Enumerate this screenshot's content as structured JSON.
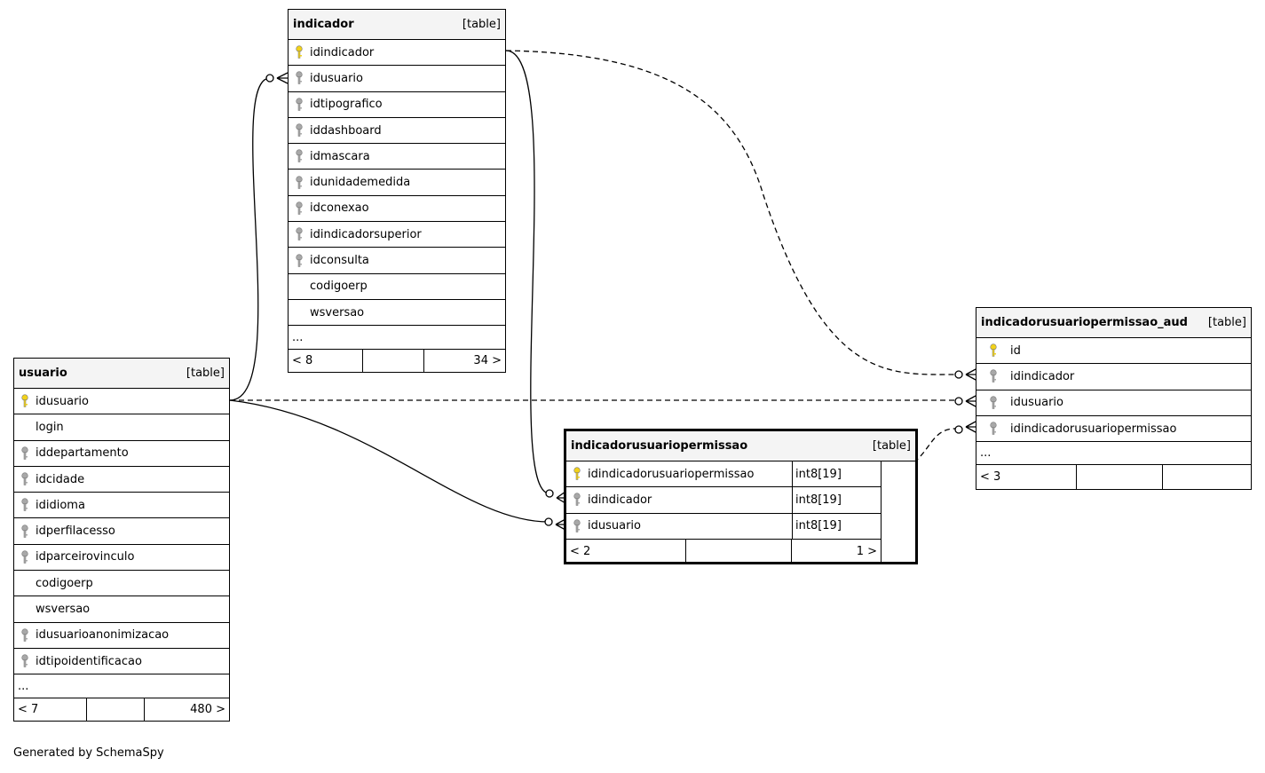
{
  "colors": {
    "pk": "#f2d21a",
    "fk": "#a8a8a8",
    "header": "#f4f4f4"
  },
  "tables": {
    "indicador": {
      "name": "indicador",
      "tag": "[table]",
      "columns": [
        {
          "name": "idindicador",
          "key": "pk"
        },
        {
          "name": "idusuario",
          "key": "fk"
        },
        {
          "name": "idtipografico",
          "key": "fk"
        },
        {
          "name": "iddashboard",
          "key": "fk"
        },
        {
          "name": "idmascara",
          "key": "fk"
        },
        {
          "name": "idunidademedida",
          "key": "fk"
        },
        {
          "name": "idconexao",
          "key": "fk"
        },
        {
          "name": "idindicadorsuperior",
          "key": "fk"
        },
        {
          "name": "idconsulta",
          "key": "fk"
        },
        {
          "name": "codigoerp",
          "key": ""
        },
        {
          "name": "wsversao",
          "key": ""
        }
      ],
      "more": "...",
      "footer": [
        "< 8",
        "",
        "34 >"
      ]
    },
    "usuario": {
      "name": "usuario",
      "tag": "[table]",
      "columns": [
        {
          "name": "idusuario",
          "key": "pk"
        },
        {
          "name": "login",
          "key": ""
        },
        {
          "name": "iddepartamento",
          "key": "fk"
        },
        {
          "name": "idcidade",
          "key": "fk"
        },
        {
          "name": "ididioma",
          "key": "fk"
        },
        {
          "name": "idperfilacesso",
          "key": "fk"
        },
        {
          "name": "idparceirovinculo",
          "key": "fk"
        },
        {
          "name": "codigoerp",
          "key": ""
        },
        {
          "name": "wsversao",
          "key": ""
        },
        {
          "name": "idusuarioanonimizacao",
          "key": "fk"
        },
        {
          "name": "idtipoidentificacao",
          "key": "fk"
        }
      ],
      "more": "...",
      "footer": [
        "< 7",
        "",
        "480 >"
      ]
    },
    "indicadorusuariopermissao": {
      "name": "indicadorusuariopermissao",
      "tag": "[table]",
      "columns": [
        {
          "name": "idindicadorusuariopermissao",
          "key": "pk",
          "type": "int8[19]"
        },
        {
          "name": "idindicador",
          "key": "fk",
          "type": "int8[19]"
        },
        {
          "name": "idusuario",
          "key": "fk",
          "type": "int8[19]"
        }
      ],
      "footer": [
        "< 2",
        "",
        "1 >"
      ]
    },
    "indicadorusuariopermissao_aud": {
      "name": "indicadorusuariopermissao_aud",
      "tag": "[table]",
      "columns": [
        {
          "name": "id",
          "key": "pk"
        },
        {
          "name": "idindicador",
          "key": "fk"
        },
        {
          "name": "idusuario",
          "key": "fk"
        },
        {
          "name": "idindicadorusuariopermissao",
          "key": "fk"
        }
      ],
      "more": "...",
      "footer": [
        "< 3",
        "",
        ""
      ]
    }
  },
  "footer_text": "Generated by SchemaSpy"
}
